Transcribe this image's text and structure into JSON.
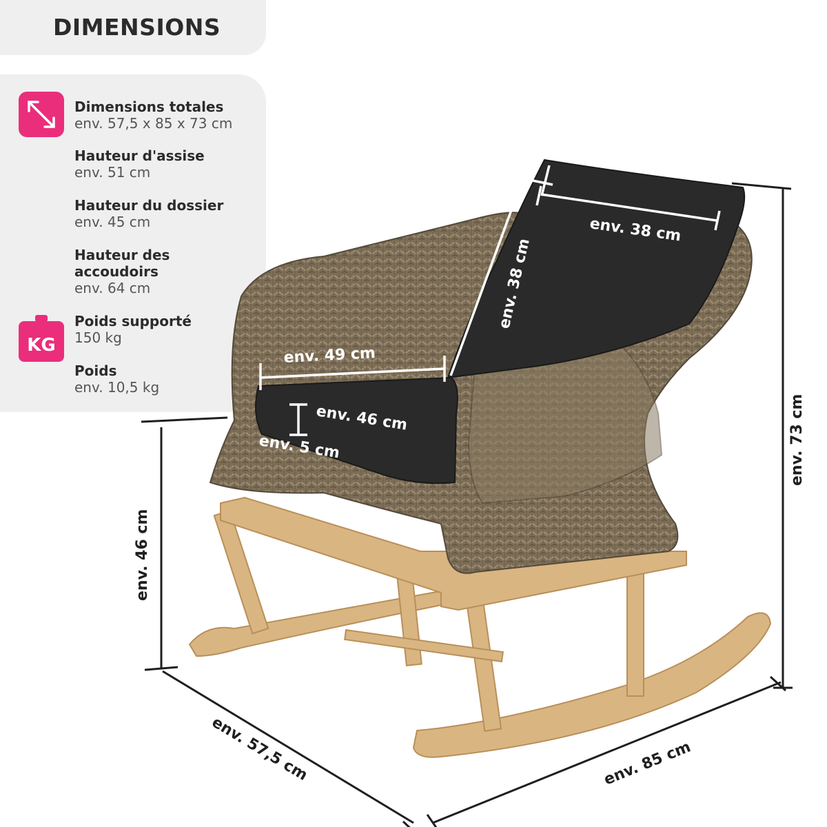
{
  "header": {
    "title": "DIMENSIONS"
  },
  "specs": [
    {
      "label": "Dimensions totales",
      "value": "env. 57,5 x 85 x 73 cm",
      "icon": "arrows-diagonal-icon"
    },
    {
      "label": "Hauteur d'assise",
      "value": "env. 51 cm"
    },
    {
      "label": "Hauteur du dossier",
      "value": "env. 45 cm"
    },
    {
      "label": "Hauteur des\naccoudoirs",
      "value": "env. 64 cm"
    },
    {
      "label": "Poids supporté",
      "value": "150 kg",
      "icon": "weight-kg-icon"
    },
    {
      "label": "Poids",
      "value": "env. 10,5 kg"
    }
  ],
  "kg_icon_text": "KG",
  "measurements": {
    "total_height": "env. 73 cm",
    "seat_height": "env. 46 cm",
    "depth": "env. 57,5 cm",
    "length": "env. 85 cm",
    "cushion_back_width": "env. 38 cm",
    "cushion_back_height": "env. 38 cm",
    "seat_width": "env. 49 cm",
    "seat_depth": "env. 46 cm",
    "cushion_thickness": "env. 5 cm"
  },
  "colors": {
    "accent": "#ea2e7b",
    "panel": "#efefef",
    "text": "#2b2b2b",
    "wicker": "#7d6e58",
    "cushion": "#2a2a2a",
    "wood": "#d9b582"
  }
}
